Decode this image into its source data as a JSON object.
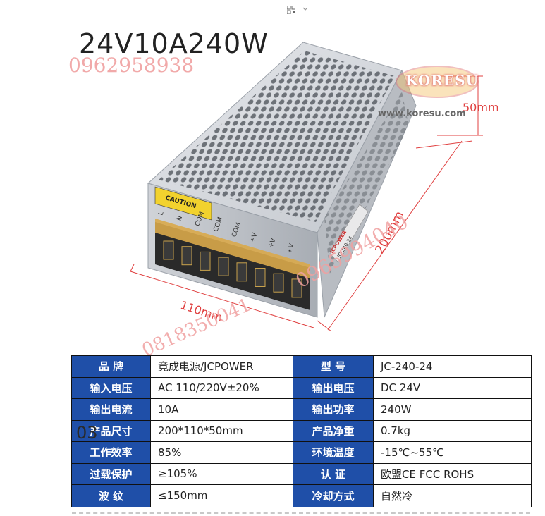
{
  "title": "24V10A240W",
  "watermarks": {
    "phone_top": "0962958938",
    "phone_diag": "0965994040",
    "phone_diag2": "0818350041",
    "brand": "KORESU",
    "website": "www.koresu.com",
    "tag": "03"
  },
  "dimensions": {
    "height": "50mm",
    "length": "200mm",
    "width": "110mm"
  },
  "device_labels": {
    "caution": "CAUTION",
    "terminals": [
      "L",
      "N",
      "COM",
      "COM",
      "COM",
      "+V",
      "+V",
      "+V"
    ],
    "brand_plate": "JCPOWER",
    "model_plate": "JC-240-24"
  },
  "colors": {
    "label_bg": "#1f4fa8",
    "dimension_red": "#e04040",
    "watermark_pink": "#f0a0a0"
  },
  "spec_table": {
    "rows": [
      {
        "label1": "品 牌",
        "value1": "竟成电源/JCPOWER",
        "label2": "型 号",
        "value2": "JC-240-24"
      },
      {
        "label1": "输入电压",
        "value1": "AC 110/220V±20%",
        "label2": "输出电压",
        "value2": "DC 24V"
      },
      {
        "label1": "输出电流",
        "value1": "10A",
        "label2": "输出功率",
        "value2": "240W"
      },
      {
        "label1": "产品尺寸",
        "value1": "200*110*50mm",
        "label2": "产品净重",
        "value2": "0.7kg"
      },
      {
        "label1": "工作效率",
        "value1": "85%",
        "label2": "环境温度",
        "value2": "-15℃~55℃"
      },
      {
        "label1": "过载保护",
        "value1": "≥105%",
        "label2": "认 证",
        "value2": "欧盟CE FCC ROHS"
      },
      {
        "label1": "波 纹",
        "value1": "≤150mm",
        "label2": "冷却方式",
        "value2": "自然冷"
      }
    ]
  }
}
